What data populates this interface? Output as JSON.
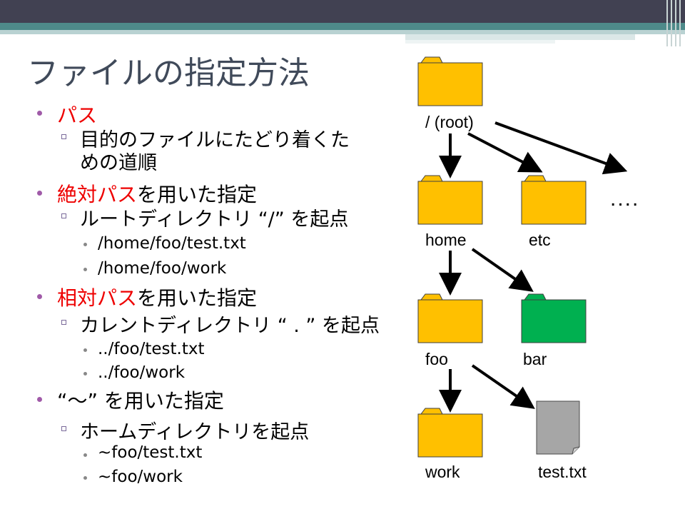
{
  "slide": {
    "title": "ファイルの指定方法",
    "bullets": [
      {
        "level": 1,
        "text": "パス",
        "color": "#ee0000"
      },
      {
        "level": 2,
        "text": "目的のファイルにたどり着くた"
      },
      {
        "level": 2,
        "text": "めの道順",
        "continuation": true
      },
      {
        "level": 1,
        "text_red": "絶対パス",
        "text_rest": "を用いた指定"
      },
      {
        "level": 2,
        "text": "ルートディレクトリ “/” を起点"
      },
      {
        "level": 3,
        "text": "/home/foo/test.txt"
      },
      {
        "level": 3,
        "text": "/home/foo/work"
      },
      {
        "level": 1,
        "text_red": "相対パス",
        "text_rest": "を用いた指定"
      },
      {
        "level": 2,
        "text": "カレントディレクトリ “ . ” を起点"
      },
      {
        "level": 3,
        "text": "../foo/test.txt"
      },
      {
        "level": 3,
        "text": "../foo/work"
      },
      {
        "level": 1,
        "text": "“～” を用いた指定"
      },
      {
        "level": 2,
        "text": "ホームディレクトリを起点"
      },
      {
        "level": 3,
        "text": "~foo/test.txt"
      },
      {
        "level": 3,
        "text": "~foo/work"
      }
    ]
  },
  "tree": {
    "nodes": [
      {
        "id": "root",
        "label": "/ (root)",
        "type": "folder",
        "color": "#ffc000"
      },
      {
        "id": "home",
        "label": "home",
        "type": "folder",
        "color": "#ffc000"
      },
      {
        "id": "etc",
        "label": "etc",
        "type": "folder",
        "color": "#ffc000"
      },
      {
        "id": "more",
        "label": "....",
        "type": "ellipsis"
      },
      {
        "id": "foo",
        "label": "foo",
        "type": "folder",
        "color": "#ffc000"
      },
      {
        "id": "bar",
        "label": "bar",
        "type": "folder",
        "color": "#00b050"
      },
      {
        "id": "work",
        "label": "work",
        "type": "folder",
        "color": "#ffc000"
      },
      {
        "id": "testtxt",
        "label": "test.txt",
        "type": "file",
        "color": "#a6a6a6"
      }
    ],
    "edges": [
      [
        "root",
        "home"
      ],
      [
        "root",
        "etc"
      ],
      [
        "root",
        "more"
      ],
      [
        "home",
        "foo"
      ],
      [
        "home",
        "bar"
      ],
      [
        "foo",
        "work"
      ],
      [
        "foo",
        "testtxt"
      ]
    ]
  }
}
